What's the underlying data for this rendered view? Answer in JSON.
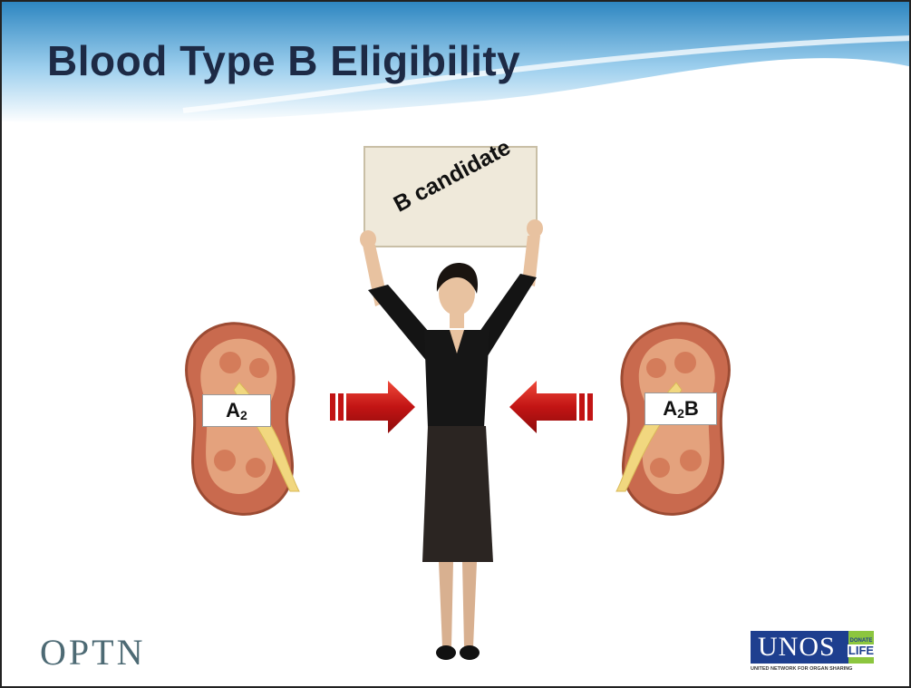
{
  "slide": {
    "title": "Blood Type B Eligibility",
    "sign_text": "B candidate",
    "left_kidney_label": {
      "base": "A",
      "sub": "2",
      "suffix": ""
    },
    "right_kidney_label": {
      "base": "A",
      "sub": "2",
      "suffix": "B"
    }
  },
  "logos": {
    "optn": "OPTN",
    "unos": "UNOS",
    "donate": "DONATE",
    "life": "LIFE",
    "unos_tagline": "UNITED NETWORK FOR ORGAN SHARING"
  },
  "colors": {
    "title": "#1d2a45",
    "arrow": "#d42020",
    "kidney_outer": "#c96a4e",
    "kidney_inner": "#e4a27d",
    "ureter": "#f1d77f",
    "unos_blue": "#1e3f8f",
    "donate_green": "#8cc63f",
    "optn": "#4d6a74"
  }
}
